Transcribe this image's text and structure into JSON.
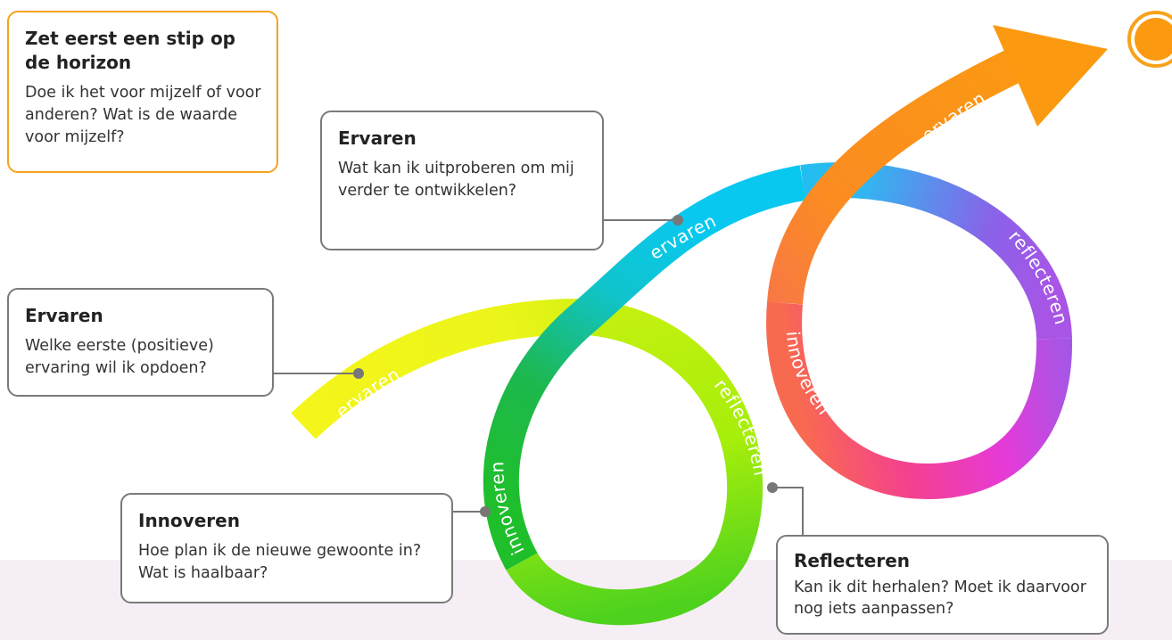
{
  "boxes": {
    "horizon": {
      "title": "Zet eerst een stip op de horizon",
      "text": "Doe ik het voor mijzelf of voor anderen? Wat is de waarde voor mijzelf?"
    },
    "ervaren_top": {
      "title": "Ervaren",
      "text": "Wat kan ik uitproberen om mij verder te ontwikkelen?"
    },
    "ervaren_left": {
      "title": "Ervaren",
      "text": "Welke eerste (positieve) ervaring wil ik opdoen?"
    },
    "innoveren": {
      "title": "Innoveren",
      "text": "Hoe plan ik de nieuwe gewoonte in? Wat is haalbaar?"
    },
    "reflecteren": {
      "title": "Reflecteren",
      "text": "Kan ik dit herhalen? Moet ik daarvoor nog iets aanpassen?"
    }
  },
  "arrow_labels": {
    "ervaren_1": "ervaren",
    "innoveren_1": "innoveren",
    "reflecteren_1": "reflecteren",
    "ervaren_2": "ervaren",
    "innoveren_2": "innoveren",
    "reflecteren_2": "reflecteren",
    "ervaren_3": "ervaren"
  },
  "colors": {
    "yellow": "#f5f51a",
    "lime": "#a8ee0a",
    "green": "#21c12a",
    "cyan": "#0ac8ee",
    "purple": "#9b58e8",
    "magenta": "#ee3ad4",
    "pink": "#f6437b",
    "orange": "#fb9a10",
    "box_accent": "#f7a21b",
    "box_border": "#7a7a7a"
  }
}
